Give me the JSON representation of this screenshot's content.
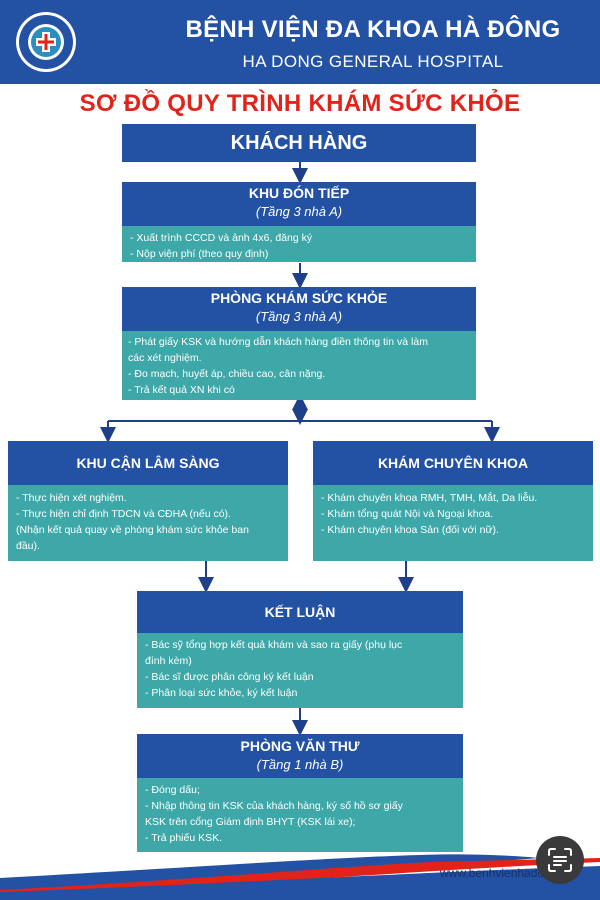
{
  "header": {
    "title": "BỆNH VIỆN ĐA KHOA HÀ ĐÔNG",
    "subtitle": "HA DONG GENERAL HOSPITAL",
    "logo_icon": "hospital-logo"
  },
  "page_title": "SƠ ĐỒ QUY TRÌNH KHÁM SỨC KHỎE",
  "flow": {
    "start": "KHÁCH HÀNG",
    "reception": {
      "title": "KHU ĐÓN TIẾP",
      "location": "(Tầng 3 nhà A)",
      "items": [
        "- Xuất trình CCCD và ảnh 4x6, đăng ký",
        "- Nộp viện phí (theo quy định)"
      ]
    },
    "exam_room": {
      "title": "PHÒNG KHÁM SỨC KHỎE",
      "location": "(Tầng 3 nhà A)",
      "items": [
        "- Phát giấy KSK và hướng dẫn khách hàng điền thông tin và làm",
        "các xét nghiệm.",
        "- Đo mạch, huyết áp, chiều cao, cân nặng.",
        "- Trả kết quả XN khi có"
      ]
    },
    "paraclinical": {
      "title": "KHU CẬN LÂM SÀNG",
      "items": [
        "- Thực hiện xét nghiệm.",
        "- Thực hiện chỉ định TDCN và  CĐHA (nếu có).",
        "(Nhận kết quả quay về phòng khám sức khỏe ban",
        "đầu)."
      ]
    },
    "specialist": {
      "title": "KHÁM CHUYÊN KHOA",
      "items": [
        "- Khám chuyên khoa RMH, TMH, Mắt, Da liễu.",
        "- Khám tổng quát Nội và Ngoại khoa.",
        "- Khám chuyên khoa Sản (đối với nữ)."
      ]
    },
    "conclusion": {
      "title": "KẾT LUẬN",
      "items": [
        "- Bác sỹ tổng hợp kết quả khám và sao ra giấy (phụ lục",
        "đính kèm)",
        "- Bác sĩ được phân công ký kết luận",
        "- Phân loại sức khỏe, ký kết luận"
      ]
    },
    "records": {
      "title": "PHÒNG VĂN THƯ",
      "location": "(Tầng 1 nhà B)",
      "items": [
        "- Đóng dấu;",
        "- Nhập thông tin KSK của khách hàng, ký số hồ sơ giấy",
        "KSK trên cổng Giám định BHYT (KSK lái xe);",
        "- Trả phiếu KSK."
      ]
    }
  },
  "footer": {
    "url": "www.benhvienhadong.vn"
  },
  "colors": {
    "navy": "#2352a4",
    "teal": "#3ea8a9",
    "title_red": "#e2231a",
    "arrow": "#1f3f8a"
  }
}
